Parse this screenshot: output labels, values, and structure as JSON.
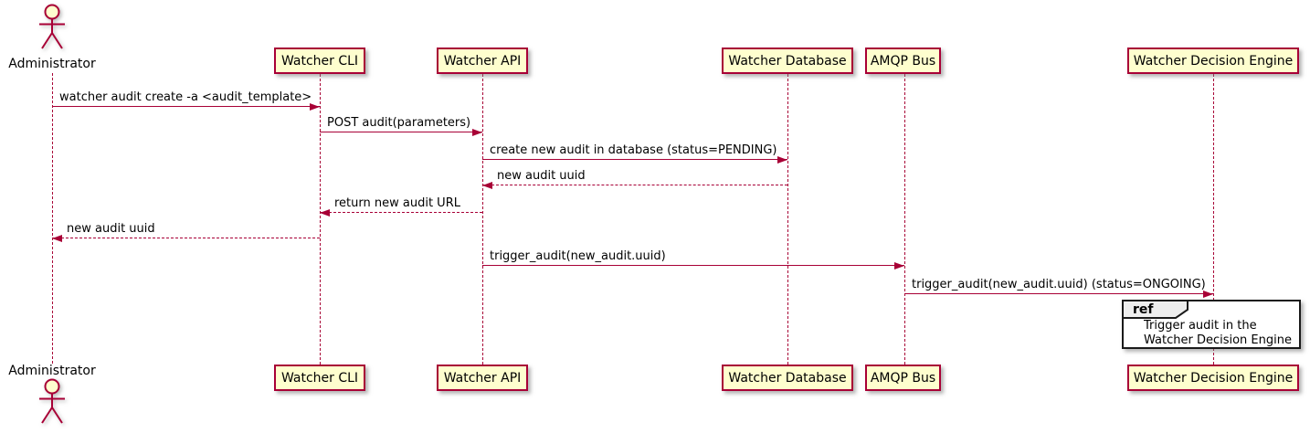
{
  "diagram_type": "plantuml-sequence",
  "theme": {
    "participant_fill": "#FEFECE",
    "participant_border": "#A80036",
    "line_color": "#A80036",
    "text_color": "#000000",
    "ref_border": "#1a1a1a",
    "ref_header_fill": "#EEEEEE",
    "ref_fill": "#FFFFFF"
  },
  "actors": [
    {
      "name": "Administrator",
      "type": "actor"
    }
  ],
  "participants": [
    {
      "label": "Watcher CLI"
    },
    {
      "label": "Watcher API"
    },
    {
      "label": "Watcher Database"
    },
    {
      "label": "AMQP Bus"
    },
    {
      "label": "Watcher Decision Engine"
    }
  ],
  "messages": [
    {
      "from": "Administrator",
      "to": "Watcher CLI",
      "style": "solid",
      "text": "watcher audit create -a <audit_template>"
    },
    {
      "from": "Watcher CLI",
      "to": "Watcher API",
      "style": "solid",
      "text": "POST audit(parameters)"
    },
    {
      "from": "Watcher API",
      "to": "Watcher Database",
      "style": "solid",
      "text": "create new audit in database (status=PENDING)"
    },
    {
      "from": "Watcher Database",
      "to": "Watcher API",
      "style": "dashed",
      "text": "new audit uuid"
    },
    {
      "from": "Watcher API",
      "to": "Watcher CLI",
      "style": "dashed",
      "text": "return new audit URL"
    },
    {
      "from": "Watcher CLI",
      "to": "Administrator",
      "style": "dashed",
      "text": "new audit uuid"
    },
    {
      "from": "Watcher API",
      "to": "AMQP Bus",
      "style": "solid",
      "text": "trigger_audit(new_audit.uuid)"
    },
    {
      "from": "AMQP Bus",
      "to": "Watcher Decision Engine",
      "style": "solid",
      "text": "trigger_audit(new_audit.uuid) (status=ONGOING)"
    }
  ],
  "ref": {
    "keyword": "ref",
    "over": "Watcher Decision Engine",
    "lines": [
      "Trigger audit in the",
      "Watcher Decision Engine"
    ]
  }
}
